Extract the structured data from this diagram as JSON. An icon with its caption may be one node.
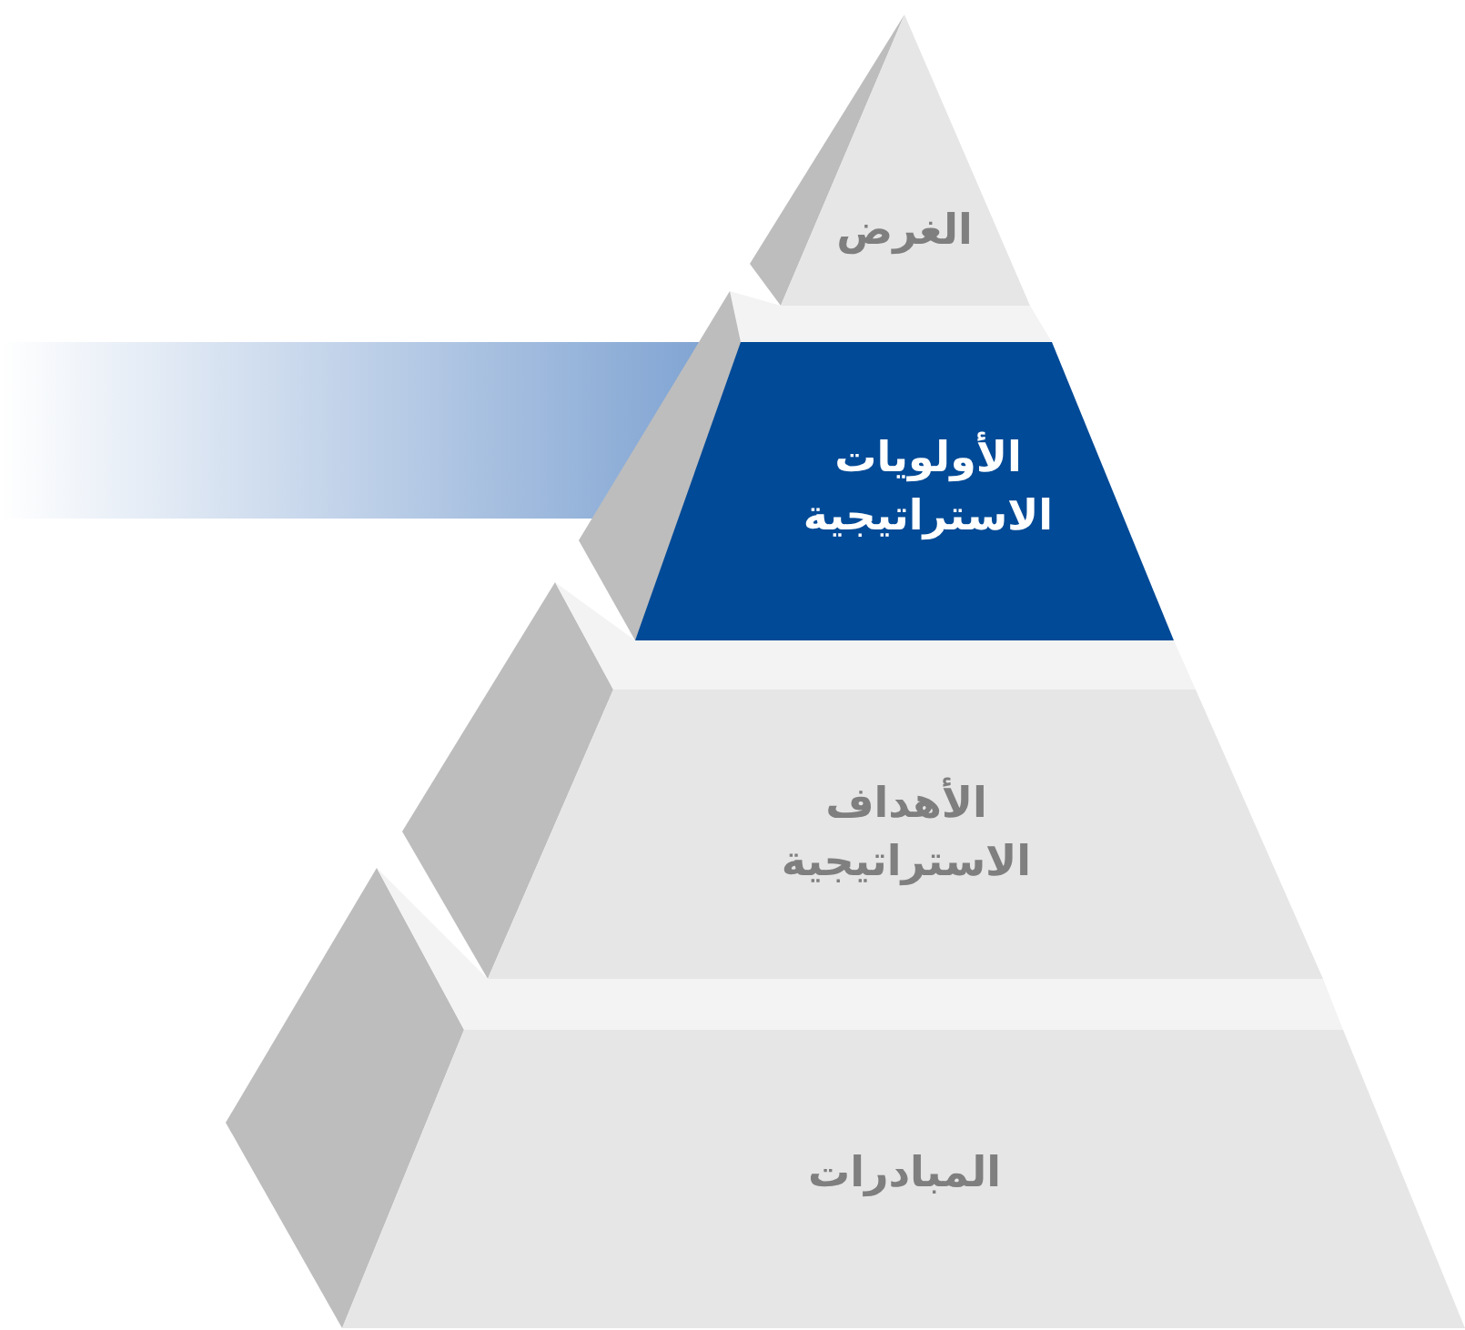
{
  "diagram": {
    "nodes": [
      {
        "text": [
          "الغرض"
        ]
      },
      {
        "text": [
          "الأولويات الاستراتيجية"
        ]
      },
      {
        "text": [
          "الأهداف الاستراتيجية"
        ]
      },
      {
        "text": [
          "المبادرات"
        ]
      }
    ]
  }
}
